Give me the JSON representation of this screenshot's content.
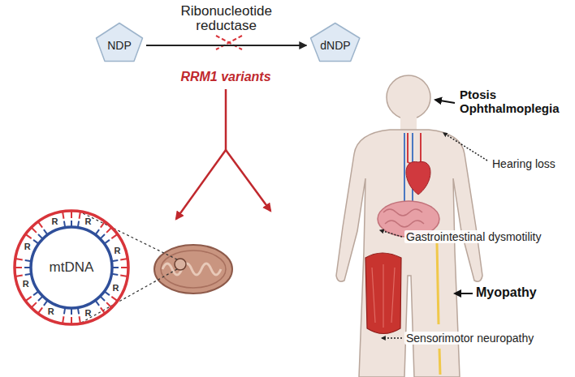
{
  "diagram": {
    "nodes": [
      {
        "text": [
          "NDP"
        ]
      },
      {
        "text": [
          "dNDP"
        ]
      },
      {
        "text": [
          "mtDNA"
        ]
      }
    ],
    "edges": [
      {
        "from": 0,
        "to": 1,
        "arrow": "to",
        "label": "Ribonucleotide reductase"
      }
    ],
    "labels": [
      "RRM1 variants",
      "R",
      "R",
      "R",
      "R",
      "R",
      "R",
      "R",
      "R",
      "Ptosis Ophthalmoplegia",
      "Hearing loss",
      "Gastrointestinal dysmotility",
      "Myopathy",
      "Sensorimotor neuropathy"
    ]
  }
}
